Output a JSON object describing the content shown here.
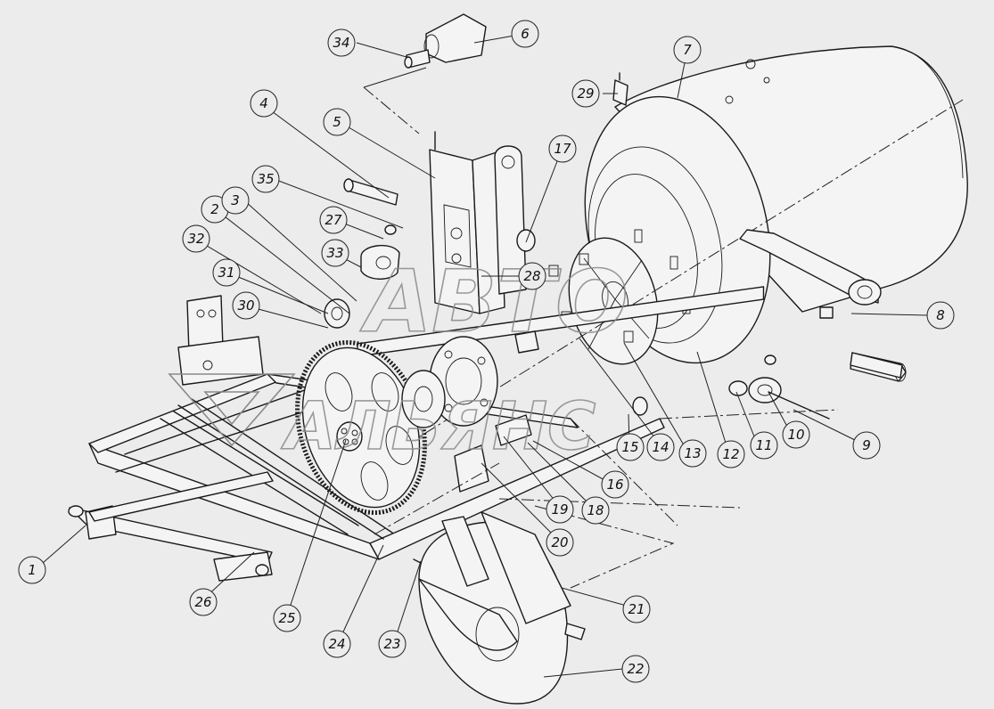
{
  "diagram": {
    "callouts": [
      {
        "id": "c1",
        "label": "1"
      },
      {
        "id": "c2",
        "label": "2"
      },
      {
        "id": "c3",
        "label": "3"
      },
      {
        "id": "c4",
        "label": "4"
      },
      {
        "id": "c5",
        "label": "5"
      },
      {
        "id": "c6",
        "label": "6"
      },
      {
        "id": "c7",
        "label": "7"
      },
      {
        "id": "c8",
        "label": "8"
      },
      {
        "id": "c9",
        "label": "9"
      },
      {
        "id": "c10",
        "label": "10"
      },
      {
        "id": "c11",
        "label": "11"
      },
      {
        "id": "c12",
        "label": "12"
      },
      {
        "id": "c13",
        "label": "13"
      },
      {
        "id": "c14",
        "label": "14"
      },
      {
        "id": "c15",
        "label": "15"
      },
      {
        "id": "c16",
        "label": "16"
      },
      {
        "id": "c17",
        "label": "17"
      },
      {
        "id": "c18",
        "label": "18"
      },
      {
        "id": "c19",
        "label": "19"
      },
      {
        "id": "c20",
        "label": "20"
      },
      {
        "id": "c21",
        "label": "21"
      },
      {
        "id": "c22",
        "label": "22"
      },
      {
        "id": "c23",
        "label": "23"
      },
      {
        "id": "c24",
        "label": "24"
      },
      {
        "id": "c25",
        "label": "25"
      },
      {
        "id": "c26",
        "label": "26"
      },
      {
        "id": "c27",
        "label": "27"
      },
      {
        "id": "c28",
        "label": "28"
      },
      {
        "id": "c29",
        "label": "29"
      },
      {
        "id": "c30",
        "label": "30"
      },
      {
        "id": "c31",
        "label": "31"
      },
      {
        "id": "c32",
        "label": "32"
      },
      {
        "id": "c33",
        "label": "33"
      },
      {
        "id": "c34",
        "label": "34"
      },
      {
        "id": "c35",
        "label": "35"
      }
    ]
  },
  "watermark": {
    "line1": "АВТО",
    "line2": "АЛЬЯНС"
  },
  "colors": {
    "background": "#ececec",
    "line": "#1a1a1a",
    "watermark": "#8a8a8a"
  }
}
